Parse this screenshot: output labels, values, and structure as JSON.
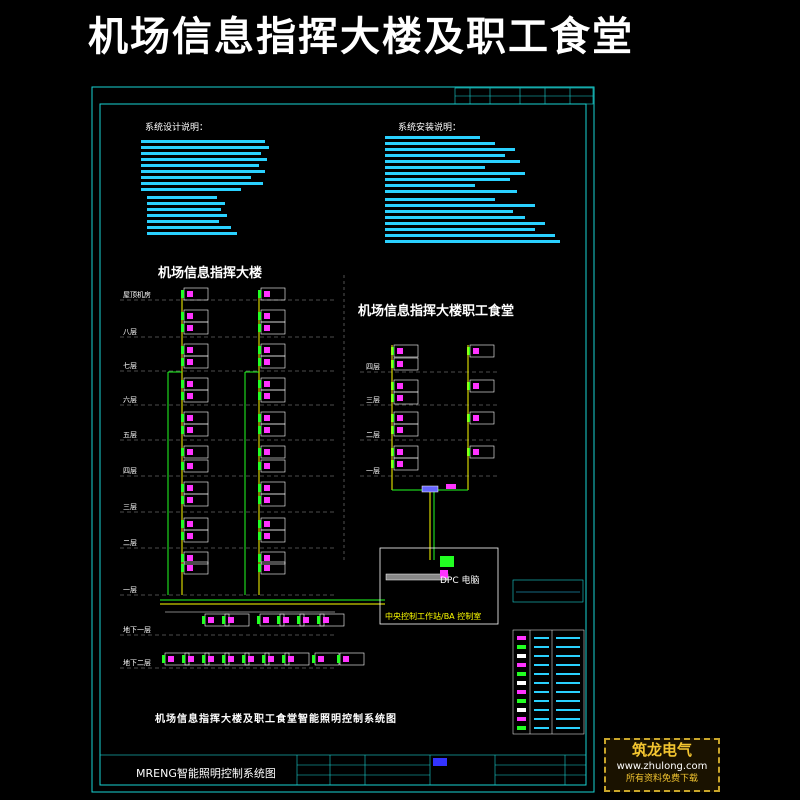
{
  "page_title": "机场信息指挥大楼及职工食堂",
  "notes": {
    "design_title": "系统设计说明：",
    "install_title": "系统安装说明："
  },
  "building_a": {
    "name": "机场信息指挥大楼",
    "floors": [
      "屋顶机房",
      "八层",
      "七层",
      "六层",
      "五层",
      "四层",
      "三层",
      "二层",
      "一层",
      "地下一层",
      "地下二层"
    ]
  },
  "building_b": {
    "name": "机场信息指挥大楼职工食堂",
    "floors": [
      "四层",
      "三层",
      "二层",
      "一层"
    ]
  },
  "control": {
    "dpc_label": "DPC 电脑",
    "center_label": "中央控制工作站/BA 控制室"
  },
  "caption": "机场信息指挥大楼及职工食堂智能照明控制系统图",
  "title_block": {
    "system_name": "MRENG智能照明控制系统图"
  },
  "watermark": {
    "brand": "筑龙电气",
    "url": "www.zhulong.com",
    "tagline": "所有资料免费下载"
  }
}
